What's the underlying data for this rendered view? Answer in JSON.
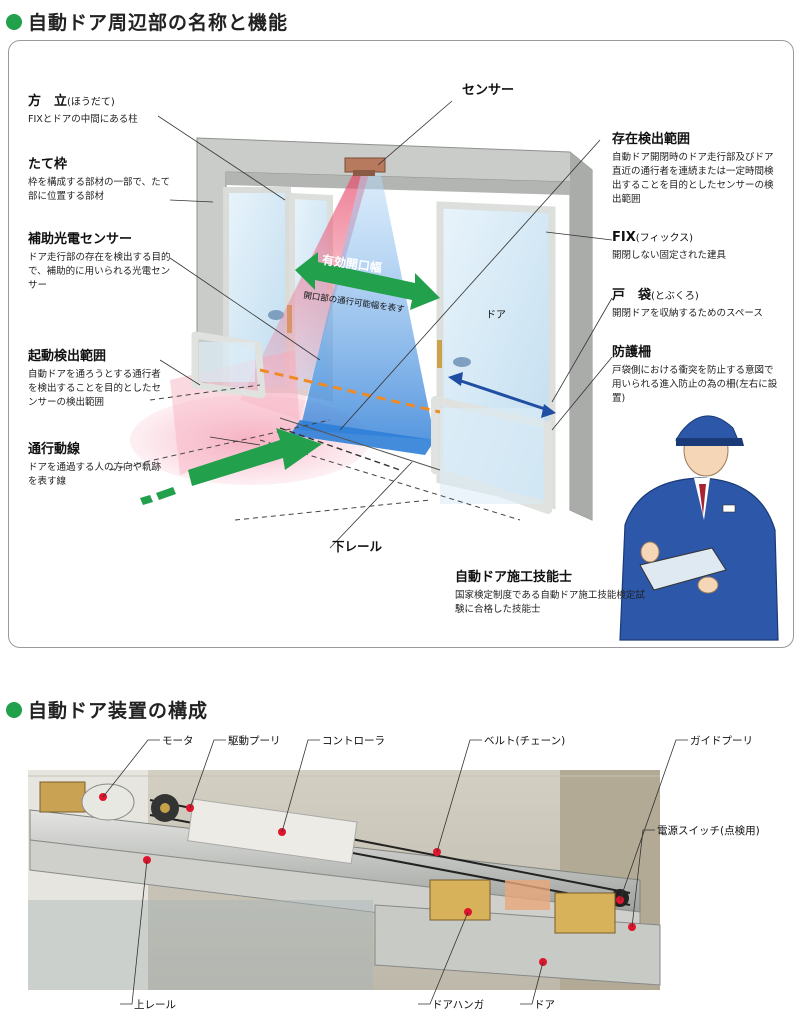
{
  "section1": {
    "title": "自動ドア周辺部の名称と機能"
  },
  "section2": {
    "title": "自動ドア装置の構成"
  },
  "labels": {
    "houdate": {
      "title": "方　立",
      "sub": "(ほうだて)",
      "desc": "FIXとドアの中間にある柱"
    },
    "tatewaku": {
      "title": "たて枠",
      "desc": "枠を構成する部材の一部で、たて部に位置する部材"
    },
    "hojo": {
      "title": "補助光電センサー",
      "desc": "ドア走行部の存在を検出する目的で、補助的に用いられる光電センサー"
    },
    "kidou": {
      "title": "起動検出範囲",
      "desc": "自動ドアを通ろうとする通行者を検出することを目的としたセンサーの検出範囲"
    },
    "tsuukou": {
      "title": "通行動線",
      "desc": "ドアを通過する人の方向や軌跡を表す線"
    },
    "sensor": {
      "title": "センサー"
    },
    "sonzai": {
      "title": "存在検出範囲",
      "desc": "自動ドア開閉時のドア走行部及びドア直近の通行者を連続または一定時間検出することを目的としたセンサーの検出範囲"
    },
    "fix": {
      "title": "FIX",
      "sub": "(フィックス)",
      "desc": "開閉しない固定された建具"
    },
    "tobukuro": {
      "title": "戸　袋",
      "sub": "(とぶくろ)",
      "desc": "開閉ドアを収納するためのスペース"
    },
    "bougo": {
      "title": "防護柵",
      "desc": "戸袋側における衝突を防止する意図で用いられる進入防止の為の柵(左右に設置)"
    },
    "yuukou": {
      "title": "有効開口幅",
      "desc": "開口部の通行可能幅を表す"
    },
    "door": {
      "title": "ドア"
    },
    "shitarail": {
      "title": "下レール"
    },
    "ginoushi": {
      "title": "自動ドア施工技能士",
      "desc": "国家検定制度である自動ドア施工技能検定試験に合格した技能士"
    }
  },
  "photo_labels": {
    "motor": "モータ",
    "pulley": "駆動プーリ",
    "controller": "コントローラ",
    "belt": "ベルト(チェーン)",
    "guide": "ガイドプーリ",
    "power": "電源スイッチ(点検用)",
    "upper_rail": "上レール",
    "hanger": "ドアハンガ",
    "door": "ドア"
  },
  "colors": {
    "green": "#22a04b",
    "arrow_blue": "#1f4ea3",
    "sensor_red": "#e84a6a",
    "sensor_blue": "#2f7fd8"
  }
}
